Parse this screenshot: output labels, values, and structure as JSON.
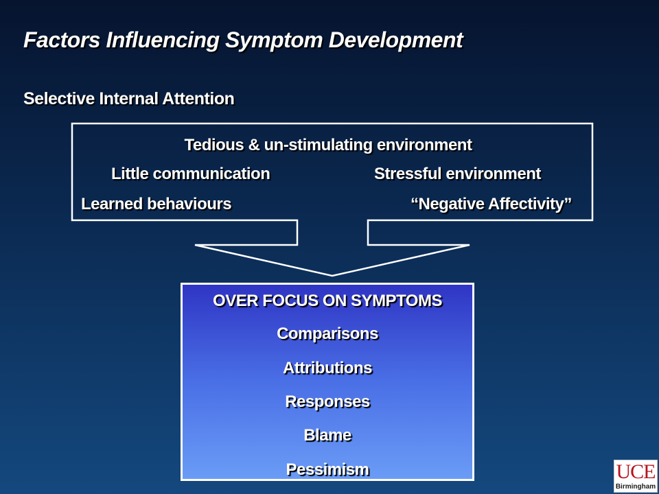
{
  "title": "Factors Influencing Symptom Development",
  "subtitle": "Selective Internal Attention",
  "factors": {
    "top": "Tedious & un-stimulating environment",
    "left_1": "Little communication",
    "right_1": "Stressful environment",
    "left_2": "Learned behaviours",
    "right_2": "“Negative Affectivity”"
  },
  "focus": {
    "heading": "OVER FOCUS ON SYMPTOMS",
    "items": [
      "Comparisons",
      "Attributions",
      "Responses",
      "Blame",
      "Pessimism"
    ],
    "heading_color": "#ffffff"
  },
  "logo": {
    "main": "UCE",
    "sub": "Birmingham"
  },
  "colors": {
    "background_top": "#06142f",
    "background_bottom": "#14487e",
    "box_top": "#2f35c4",
    "box_bottom": "#6a9cf6",
    "logo_red": "#b3151f"
  }
}
